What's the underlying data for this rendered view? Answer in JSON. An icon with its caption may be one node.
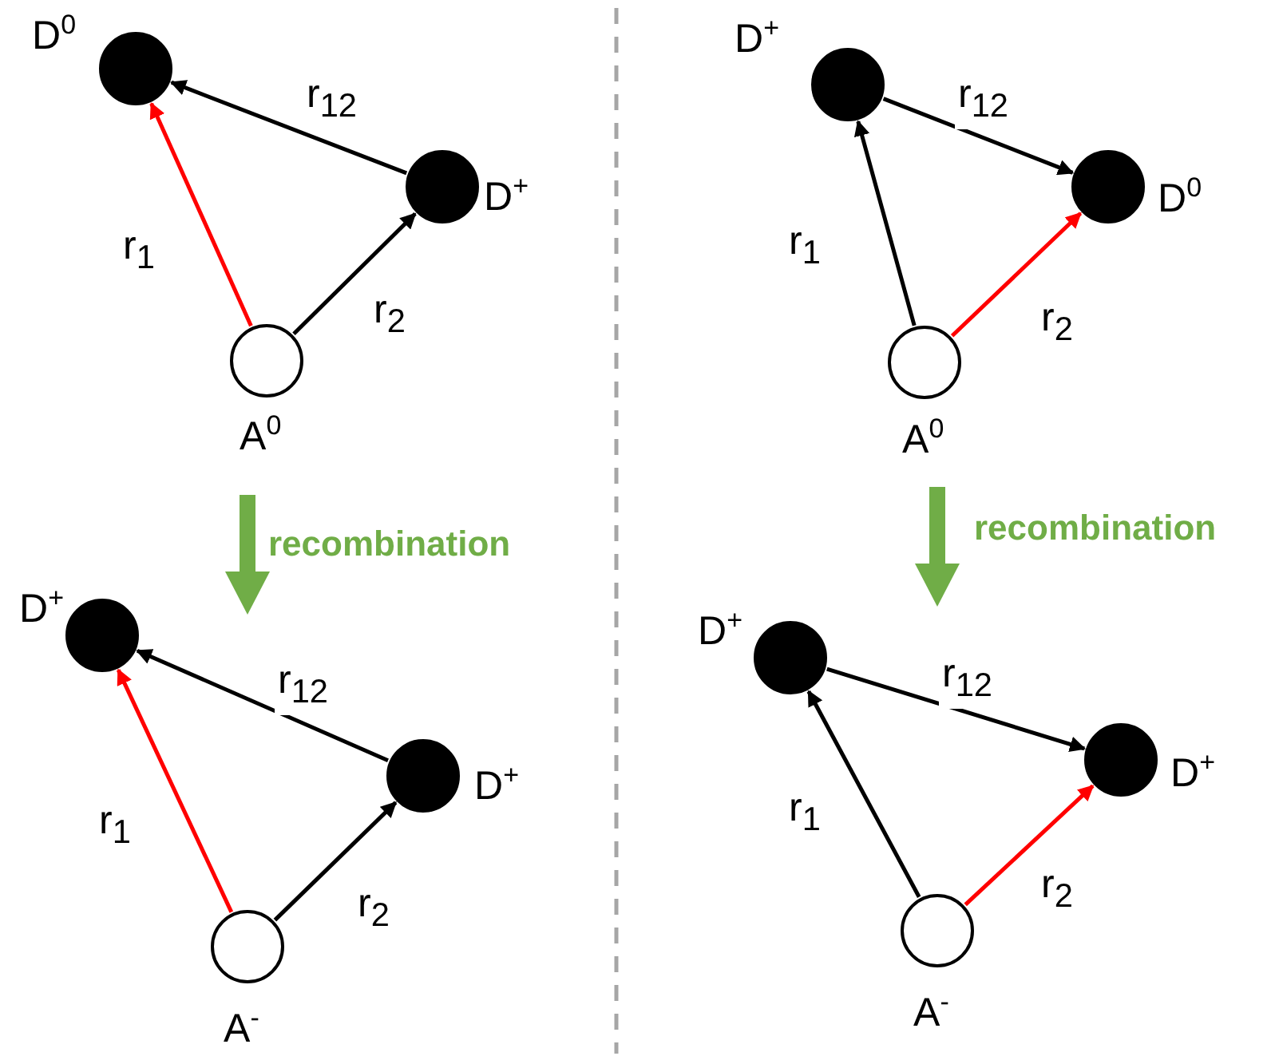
{
  "diagram": {
    "nodes": [
      {
        "text": [],
        "shape": "circle",
        "beside": [
          "D$^{0}$"
        ]
      },
      {
        "text": [],
        "shape": "circle",
        "beside": [
          "D$^{+}$"
        ]
      },
      {
        "text": [],
        "shape": "circle",
        "beside": [
          "A$^{0}$"
        ]
      },
      {
        "text": [],
        "shape": "circle",
        "beside": [
          "D$^{+}$"
        ]
      },
      {
        "text": [],
        "shape": "circle",
        "beside": [
          "D$^{0}$"
        ]
      },
      {
        "text": [],
        "shape": "circle",
        "beside": [
          "A$^{0}$"
        ]
      },
      {
        "text": [],
        "shape": "circle",
        "beside": [
          "D$^{+}$"
        ]
      },
      {
        "text": [],
        "shape": "circle",
        "beside": [
          "D$^{+}$"
        ]
      },
      {
        "text": [],
        "shape": "circle",
        "beside": [
          "A$^{-}$"
        ]
      },
      {
        "text": [],
        "shape": "circle",
        "beside": [
          "D$^{+}$"
        ]
      },
      {
        "text": [],
        "shape": "circle",
        "beside": [
          "D$^{+}$"
        ]
      },
      {
        "text": [],
        "shape": "circle",
        "beside": [
          "A$^{-}$"
        ]
      }
    ],
    "edges": [
      {
        "from": 1,
        "to": 0,
        "arrow": "to",
        "label": "r$_{12}$"
      },
      {
        "from": 2,
        "to": 0,
        "arrow": "to",
        "label": "r$_{1}$",
        "color": "#ff0000"
      },
      {
        "from": 2,
        "to": 1,
        "arrow": "to",
        "label": "r$_{2}$"
      },
      {
        "from": 3,
        "to": 4,
        "arrow": "to",
        "label": "r$_{12}$"
      },
      {
        "from": 5,
        "to": 3,
        "arrow": "to",
        "label": "r$_{1}$"
      },
      {
        "from": 5,
        "to": 4,
        "arrow": "to",
        "label": "r$_{2}$",
        "color": "#ff0000"
      },
      {
        "from": 7,
        "to": 6,
        "arrow": "to",
        "label": "r$_{12}$"
      },
      {
        "from": 8,
        "to": 6,
        "arrow": "to",
        "label": "r$_{1}$",
        "color": "#ff0000"
      },
      {
        "from": 8,
        "to": 7,
        "arrow": "to",
        "label": "r$_{2}$"
      },
      {
        "from": 9,
        "to": 10,
        "arrow": "to",
        "label": "r$_{12}$"
      },
      {
        "from": 11,
        "to": 9,
        "arrow": "to",
        "label": "r$_{1}$"
      },
      {
        "from": 11,
        "to": 10,
        "arrow": "to",
        "label": "r$_{2}$",
        "color": "#ff0000"
      }
    ],
    "labels": [
      "recombination",
      "recombination"
    ]
  }
}
